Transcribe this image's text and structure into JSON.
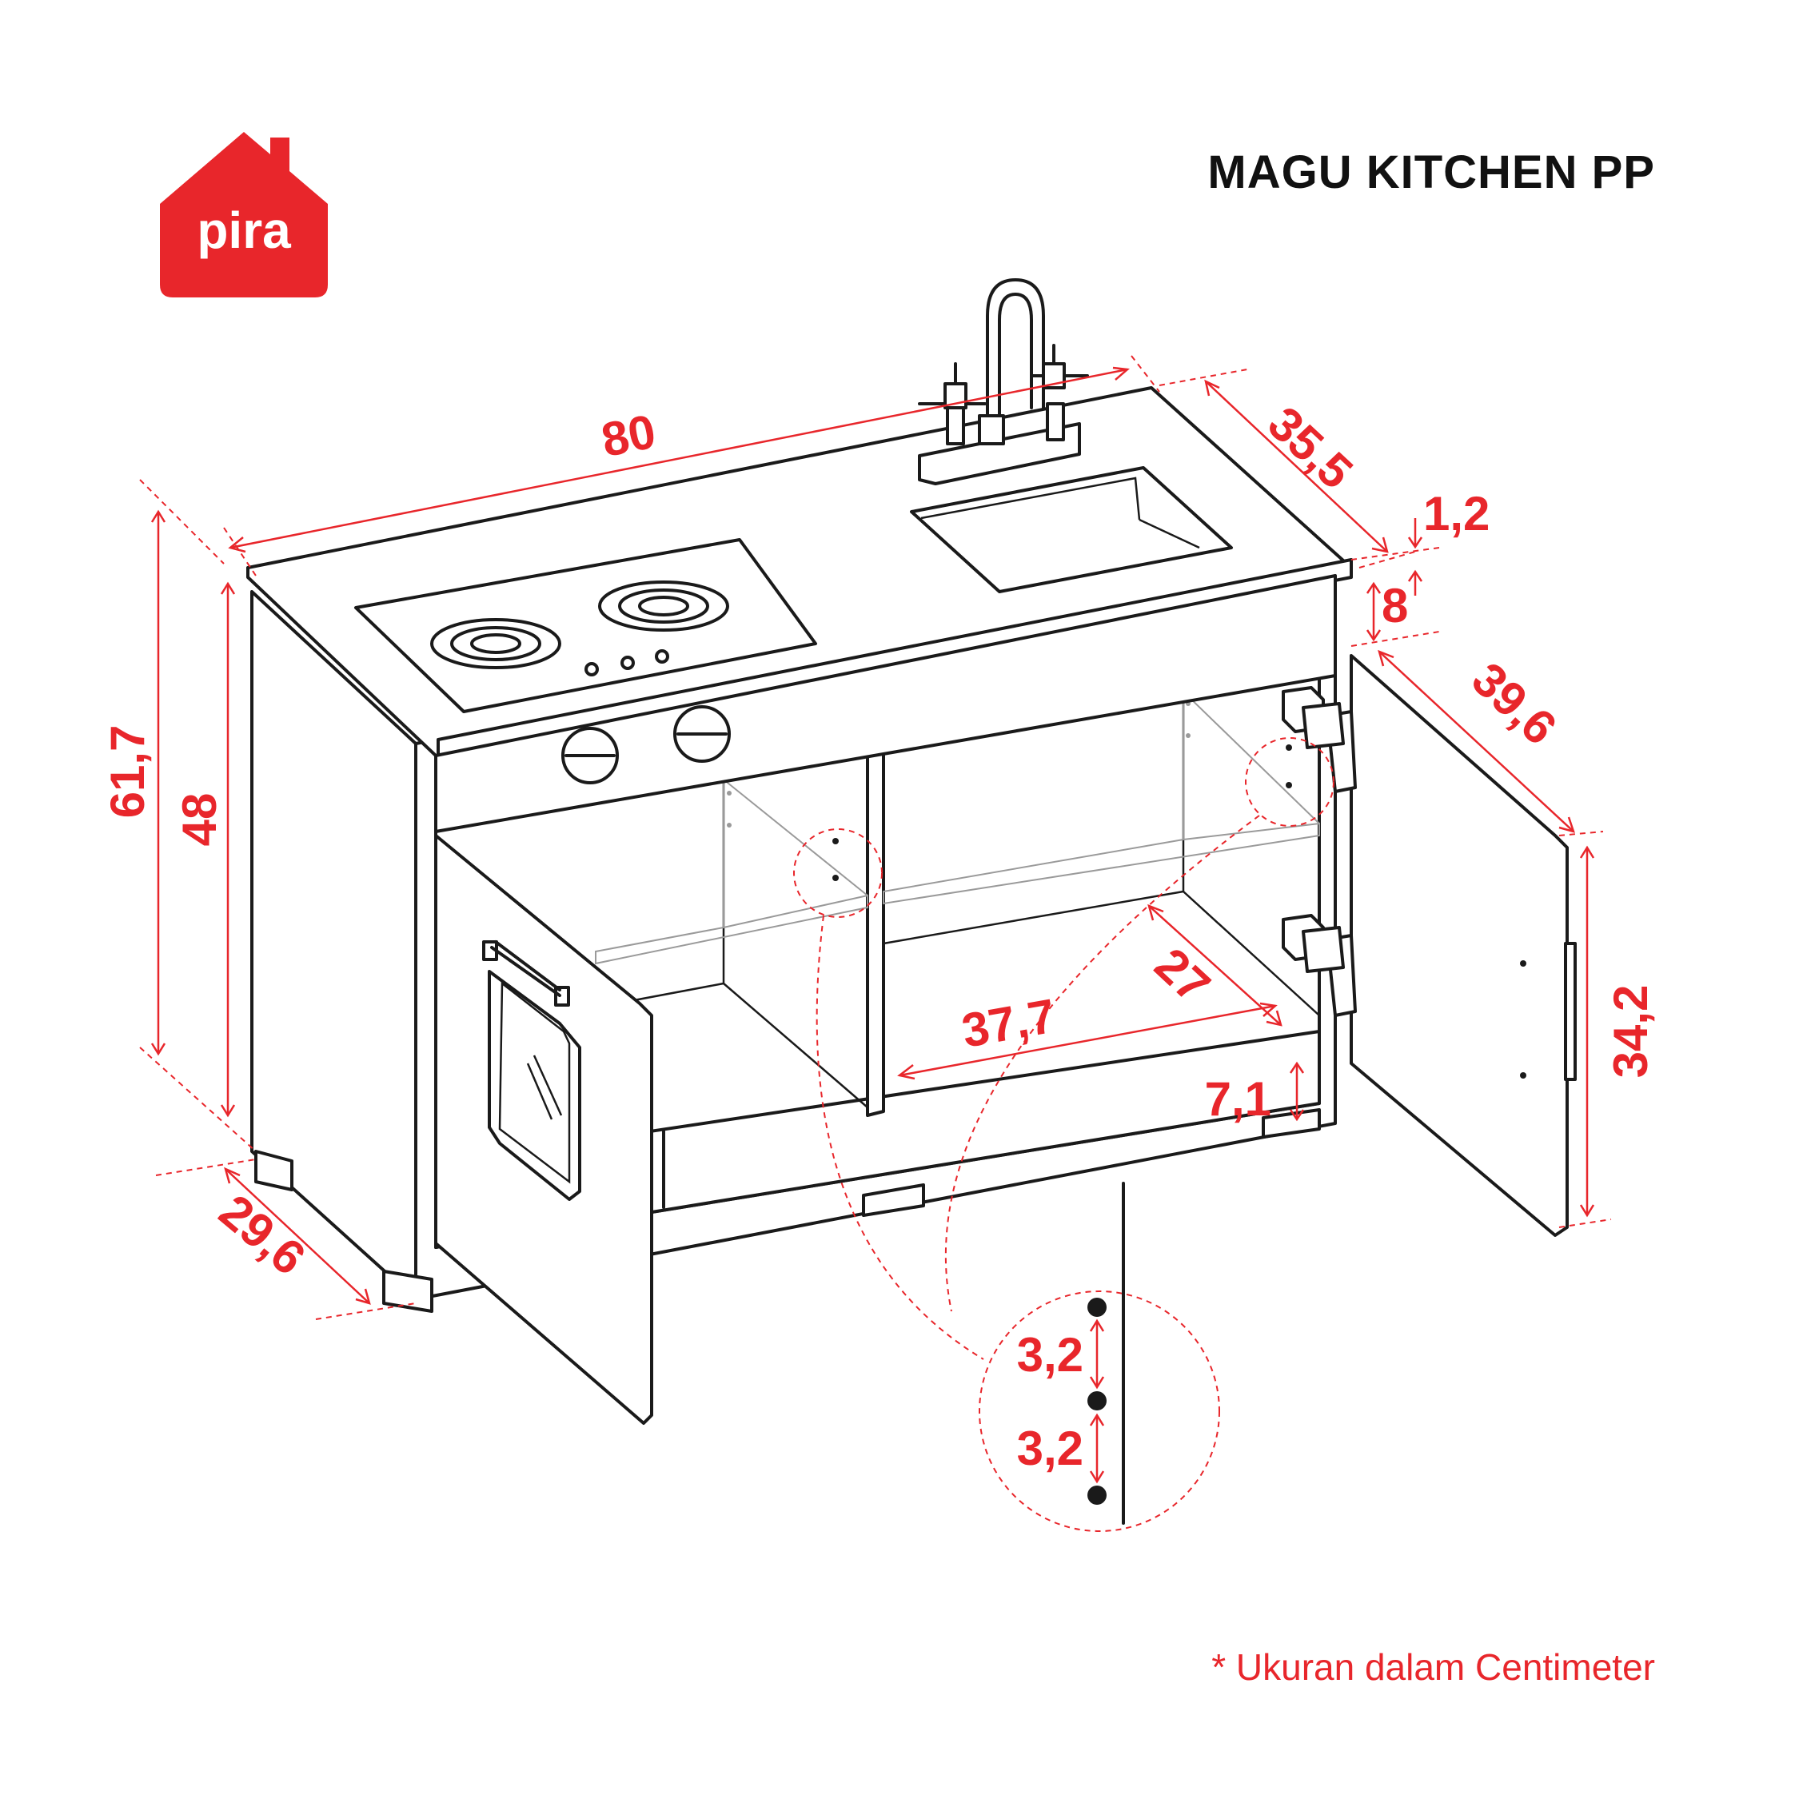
{
  "brand": {
    "logo_text": "pira",
    "color": "#e8262b"
  },
  "product": {
    "title": "MAGU KITCHEN PP"
  },
  "dimensions": {
    "width": "80",
    "depth_top": "35,5",
    "top_thickness": "1,2",
    "apron_height": "8",
    "door_height_right": "39,6",
    "total_height": "61,7",
    "body_height": "48",
    "side_depth": "29,6",
    "shelf_width": "37,7",
    "shelf_depth": "27",
    "plinth_height": "7,1",
    "door_width_right": "34,2",
    "hole_spacing_1": "3,2",
    "hole_spacing_2": "3,2"
  },
  "footnote": "* Ukuran dalam Centimeter",
  "colors": {
    "accent": "#e8262b",
    "line": "#1a1a1a",
    "title": "#111111"
  }
}
